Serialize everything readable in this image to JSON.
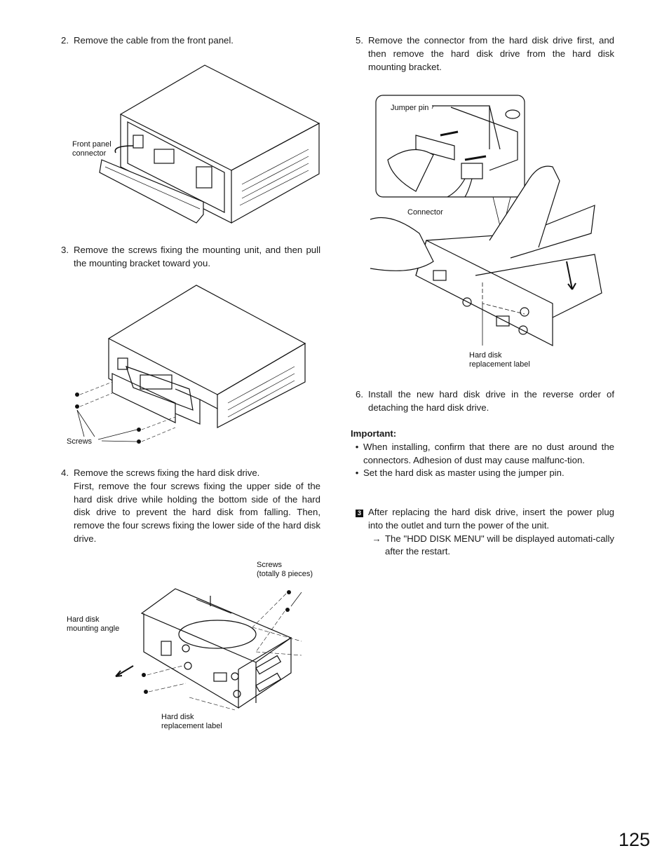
{
  "steps": {
    "s2": {
      "num": "2.",
      "text": "Remove the cable from the front panel."
    },
    "s3": {
      "num": "3.",
      "text": "Remove the screws fixing the mounting unit, and then pull the mounting bracket toward you."
    },
    "s4": {
      "num": "4.",
      "line1": "Remove the screws fixing the hard disk drive.",
      "line2": "First, remove the four screws fixing the upper side of the hard disk drive while holding the bottom side of the hard disk drive to prevent the hard disk from falling. Then, remove the four screws fixing the lower side of the hard disk drive."
    },
    "s5": {
      "num": "5.",
      "text": "Remove the connector from the hard disk drive first, and then remove the hard disk drive from the hard disk mounting bracket."
    },
    "s6": {
      "num": "6.",
      "text": "Install the new hard disk drive in the reverse order of detaching the hard disk drive."
    }
  },
  "labels": {
    "front_panel_1": "Front panel",
    "front_panel_2": "connector",
    "screws": "Screws",
    "screws8_1": "Screws",
    "screws8_2": "(totally 8 pieces)",
    "mount_angle_1": "Hard disk",
    "mount_angle_2": "mounting angle",
    "repl_label_1": "Hard disk",
    "repl_label_2": "replacement label",
    "jumper_pin": "Jumper pin",
    "connector": "Connector",
    "repl_label_b1": "Hard disk",
    "repl_label_b2": "replacement label"
  },
  "important": {
    "title": "Important:",
    "bullet1": "When installing, confirm that there are no dust around the connectors. Adhesion of dust may cause malfunc-tion.",
    "bullet2": "Set the hard disk as master using the jumper pin."
  },
  "step_box": {
    "num": "3",
    "text": "After replacing the hard disk drive, insert the power plug into the outlet and turn the power of the unit.",
    "arrow": "→",
    "result": "The \"HDD DISK MENU\" will be displayed automati-cally after the restart."
  },
  "page_number": "125"
}
